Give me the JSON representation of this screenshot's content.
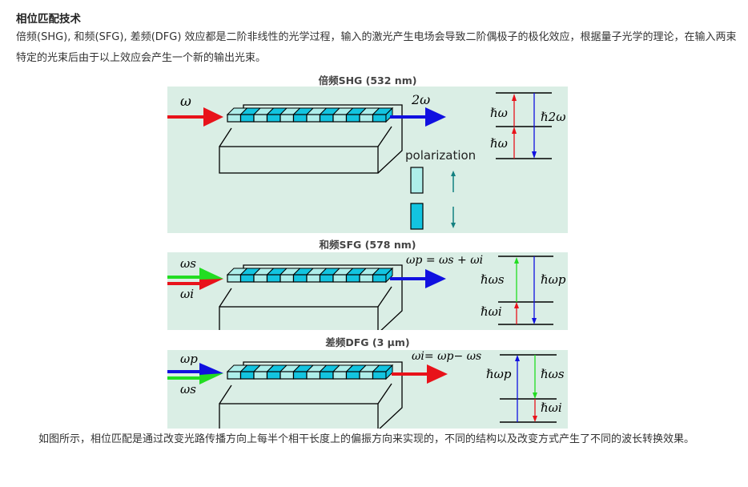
{
  "heading": "相位匹配技术",
  "intro_paragraph": "倍频(SHG), 和频(SFG), 差频(DFG) 效应都是二阶非线性的光学过程，输入的激光产生电场会导致二阶偶极子的极化效应，根据量子光学的理论，在输入两束特定的光束后由于以上效应会产生一个新的输出光束。",
  "figures": {
    "shg": {
      "caption": "倍频SHG (532 nm)",
      "input_label": "ω",
      "output_label": "2ω",
      "polarization_label": "polarization",
      "energy_labels": {
        "upper": "ℏω",
        "lower": "ℏω",
        "total": "ℏ2ω"
      },
      "colors": {
        "input": "#e8121a",
        "output": "#1010e0"
      }
    },
    "sfg": {
      "caption": "和频SFG (578 nm)",
      "input_labels": {
        "signal": "ωs",
        "idler": "ωi"
      },
      "equation": "ωp = ωs + ωi",
      "energy_labels": {
        "upper": "ℏωs",
        "lower": "ℏωi",
        "total": "ℏωp"
      },
      "colors": {
        "signal": "#22dd22",
        "idler": "#e8121a",
        "output": "#1010e0"
      }
    },
    "dfg": {
      "caption": "差频DFG  (3 μm)",
      "input_labels": {
        "pump": "ωp",
        "signal": "ωs"
      },
      "equation": "ωi= ωp− ωs",
      "energy_labels": {
        "pump": "ℏωp",
        "signal": "ℏωs",
        "idler": "ℏωi"
      },
      "colors": {
        "pump": "#1010e0",
        "signal": "#22dd22",
        "output": "#e8121a"
      }
    }
  },
  "crystal_colors": {
    "light": "#aeeeea",
    "dark": "#13c4e0"
  },
  "closing_paragraph": "如图所示，相位匹配是通过改变光路传播方向上每半个相干长度上的偏振方向来实现的，不同的结构以及改变方式产生了不同的波长转换效果。"
}
